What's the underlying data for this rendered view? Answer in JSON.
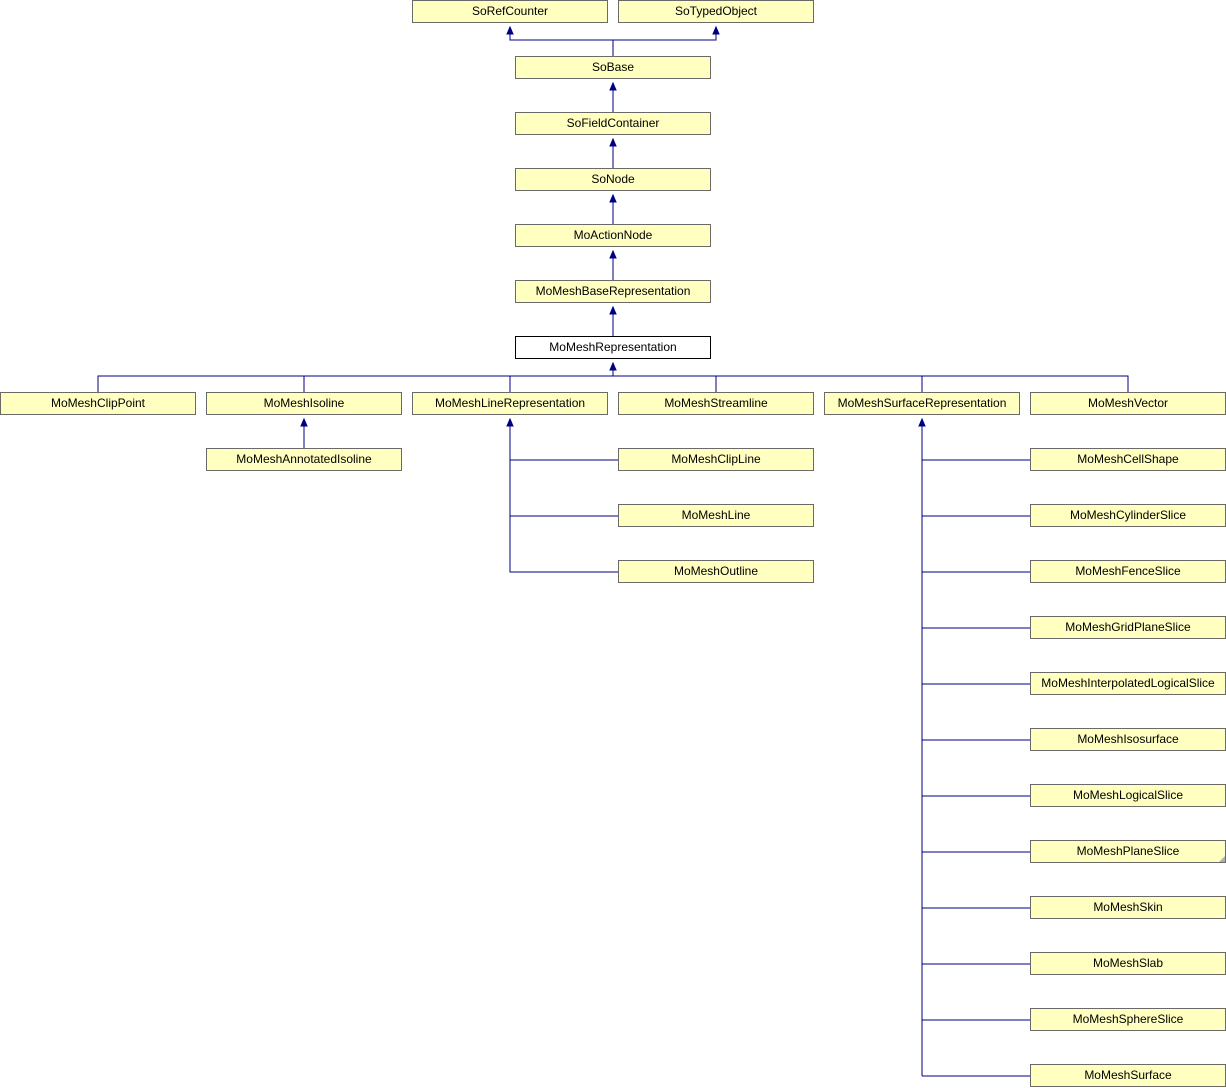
{
  "diagram": {
    "nodes": {
      "sorefcounter": "SoRefCounter",
      "sotypedobject": "SoTypedObject",
      "sobase": "SoBase",
      "sofieldcontainer": "SoFieldContainer",
      "sonode": "SoNode",
      "moactionnode": "MoActionNode",
      "momeshbaserepresentation": "MoMeshBaseRepresentation",
      "momeshrepresentation": "MoMeshRepresentation",
      "momeshclippoint": "MoMeshClipPoint",
      "momeshisoline": "MoMeshIsoline",
      "momeshlinerepresentation": "MoMeshLineRepresentation",
      "momeshstreamline": "MoMeshStreamline",
      "momeshsurfacerepresentation": "MoMeshSurfaceRepresentation",
      "momeshvector": "MoMeshVector",
      "momeshannotatedisoline": "MoMeshAnnotatedIsoline",
      "momeshclipline": "MoMeshClipLine",
      "momeshline": "MoMeshLine",
      "momeshoutline": "MoMeshOutline",
      "momeshcellshape": "MoMeshCellShape",
      "momeshcylinderslice": "MoMeshCylinderSlice",
      "momeshfenceslice": "MoMeshFenceSlice",
      "momeshgridplaneslice": "MoMeshGridPlaneSlice",
      "momeshinterpolatedlogicalslice": "MoMeshInterpolatedLogicalSlice",
      "momeshisosurface": "MoMeshIsosurface",
      "momeshlogicalslice": "MoMeshLogicalSlice",
      "momeshplaneslice": "MoMeshPlaneSlice",
      "momeshskin": "MoMeshSkin",
      "momeshslab": "MoMeshSlab",
      "momeshsphereslice": "MoMeshSphereSlice",
      "momeshsurface": "MoMeshSurface"
    },
    "colors": {
      "node_fill": "#ffffc0",
      "node_border": "#6a6a6a",
      "current_fill": "#ffffff",
      "edge": "#000080"
    }
  }
}
